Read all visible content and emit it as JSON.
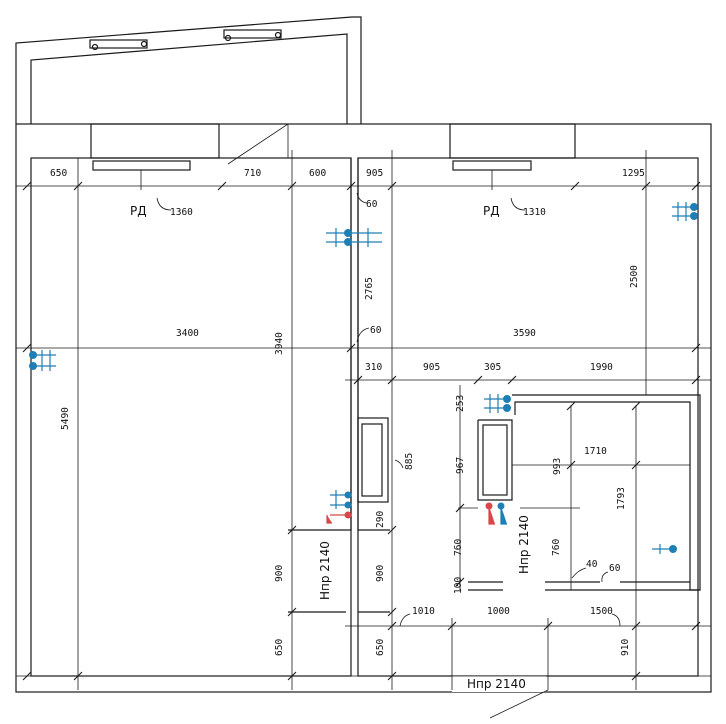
{
  "plan": {
    "radiators": [
      {
        "label": "РД",
        "value": "1360"
      },
      {
        "label": "РД",
        "value": "1310"
      }
    ],
    "door_labels": [
      {
        "text": "Нпр 2140"
      },
      {
        "text": "Нпр 2140"
      },
      {
        "text": "Нпр 2140"
      }
    ],
    "dimensions": {
      "top_row": [
        "650",
        "710",
        "600",
        "905",
        "1295"
      ],
      "small": [
        "60",
        "60"
      ],
      "middle_row": [
        "3400",
        "3940",
        "3590",
        "2765",
        "2500"
      ],
      "left_height": "5490",
      "row_310": [
        "310",
        "905",
        "305",
        "1990"
      ],
      "wet_block": [
        "253",
        "967",
        "885",
        "993",
        "1710",
        "1793"
      ],
      "lower": [
        "290",
        "900",
        "900",
        "760",
        "760",
        "100",
        "40",
        "60"
      ],
      "bottom_row": [
        "1010",
        "1000",
        "1500",
        "650",
        "650",
        "910"
      ]
    }
  }
}
